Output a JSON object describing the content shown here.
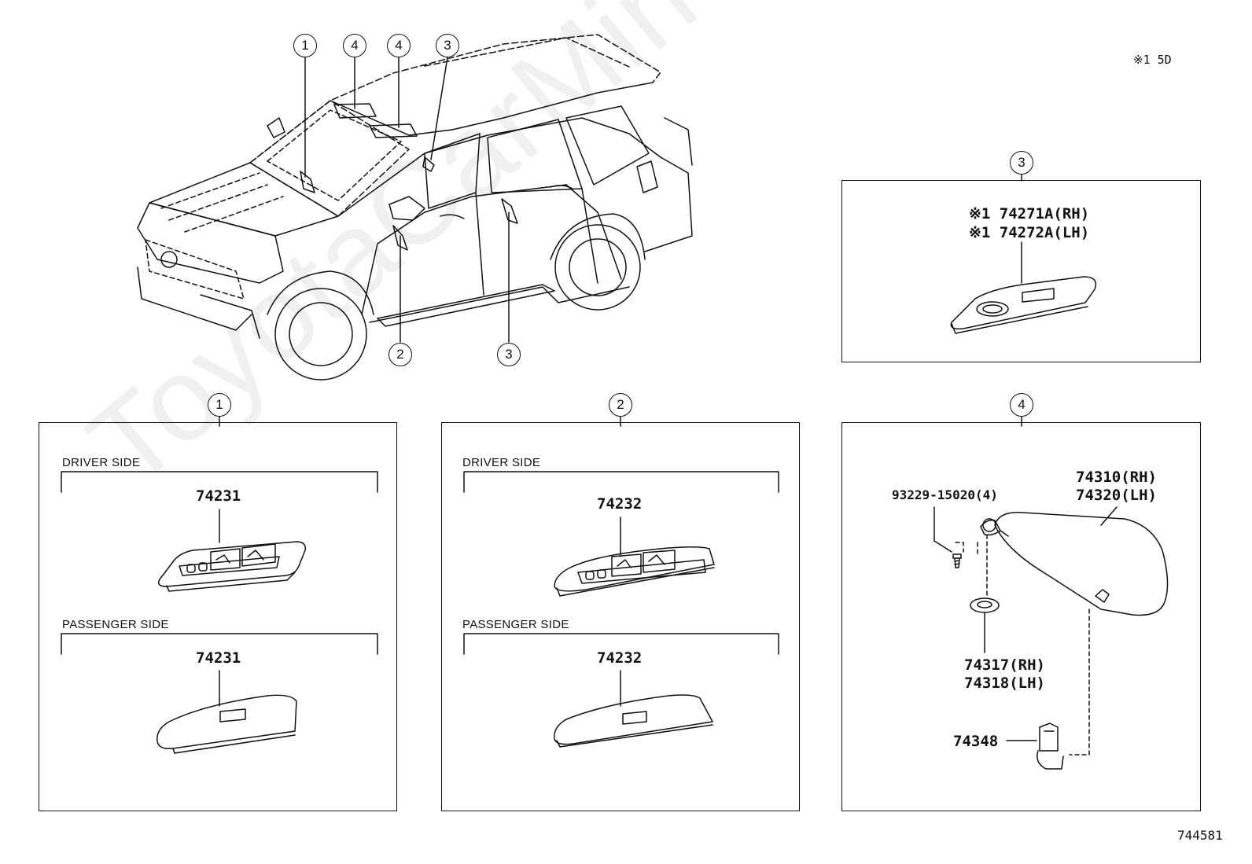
{
  "note": "※1 5D",
  "diagram_id": "744581",
  "watermark": "ToyotaCarMine.ru",
  "vehicle_callouts": [
    "1",
    "4",
    "4",
    "3",
    "2",
    "3"
  ],
  "panels": {
    "p1": {
      "callout": "1",
      "driver_side": "DRIVER SIDE",
      "driver_part": "74231",
      "passenger_side": "PASSENGER SIDE",
      "passenger_part": "74231"
    },
    "p2": {
      "callout": "2",
      "driver_side": "DRIVER SIDE",
      "driver_part": "74232",
      "passenger_side": "PASSENGER SIDE",
      "passenger_part": "74232"
    },
    "p3": {
      "callout": "3",
      "part_rh": "※1 74271A(RH)",
      "part_lh": "※1 74272A(LH)"
    },
    "p4": {
      "callout": "4",
      "screw": "93229-15020(4)",
      "visor_rh": "74310(RH)",
      "visor_lh": "74320(LH)",
      "holder_rh": "74317(RH)",
      "holder_lh": "74318(LH)",
      "clip": "74348"
    }
  }
}
